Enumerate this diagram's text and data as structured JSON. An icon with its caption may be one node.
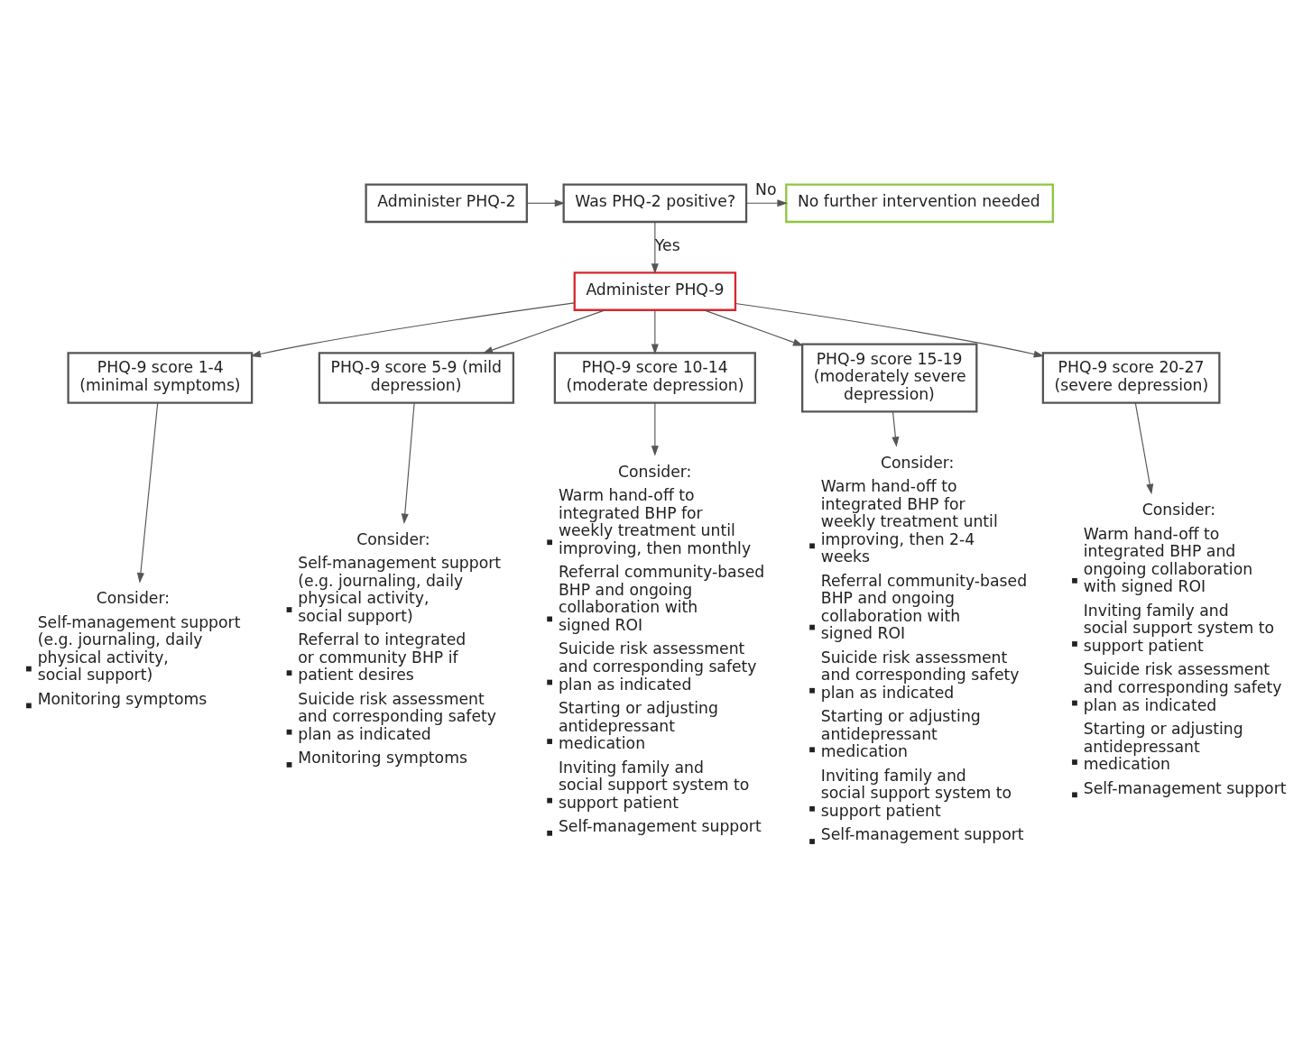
{
  "diagram": {
    "nodes": [
      {
        "text": [
          "Administer PHQ-2"
        ]
      },
      {
        "text": [
          "Was PHQ-2 positive?"
        ]
      },
      {
        "text": [
          "No further intervention needed"
        ]
      },
      {
        "text": [
          "Administer PHQ-9"
        ]
      },
      {
        "text": [
          "PHQ-9 score 1-4 (minimal symptoms)"
        ]
      },
      {
        "text": [
          "PHQ-9 score 5-9 (mild depression)"
        ]
      },
      {
        "text": [
          "PHQ-9 score 10-14 (moderate depression)"
        ]
      },
      {
        "text": [
          "PHQ-9 score 15-19 (moderately severe depression)"
        ]
      },
      {
        "text": [
          "PHQ-9 score 20-27 (severe depression)"
        ]
      },
      {
        "text": [
          "Consider:",
          "Self-management support (e.g. journaling, daily physical activity, social support)",
          "Monitoring symptoms"
        ]
      },
      {
        "text": [
          "Consider:",
          "Self-management support (e.g. journaling, daily physical activity, social support)",
          "Referral to integrated or community BHP if patient desires",
          "Suicide risk assessment and corresponding safety plan as indicated",
          "Monitoring symptoms"
        ]
      },
      {
        "text": [
          "Consider:",
          "Warm hand-off to integrated BHP for weekly treatment until improving, then monthly",
          "Referral community-based BHP and ongoing collaboration with signed ROI",
          "Suicide risk assessment and corresponding safety plan as indicated",
          "Starting or adjusting antidepressant medication",
          "Inviting family and social support system to support patient",
          "Self-management support"
        ]
      },
      {
        "text": [
          "Consider:",
          "Warm hand-off to integrated BHP for weekly treatment until improving, then 2-4 weeks",
          "Referral community-based BHP and ongoing collaboration with signed ROI",
          "Suicide risk assessment and corresponding safety plan as indicated",
          "Starting or adjusting antidepressant medication",
          "Inviting family and social support system to support patient",
          "Self-management support"
        ]
      },
      {
        "text": [
          "Consider:",
          "Warm hand-off to integrated BHP and ongoing collaboration with signed ROI",
          "Inviting family and social support system to support patient",
          "Suicide risk assessment and corresponding safety plan as indicated",
          "Starting or adjusting antidepressant medication",
          "Self-management support"
        ]
      }
    ],
    "edges": [
      {
        "from": 0,
        "to": 1,
        "arrow": "to"
      },
      {
        "from": 1,
        "to": 2,
        "arrow": "to",
        "label": "No"
      },
      {
        "from": 1,
        "to": 3,
        "arrow": "to",
        "label": "Yes"
      },
      {
        "from": 3,
        "to": 4,
        "arrow": "to"
      },
      {
        "from": 3,
        "to": 5,
        "arrow": "to"
      },
      {
        "from": 3,
        "to": 6,
        "arrow": "to"
      },
      {
        "from": 3,
        "to": 7,
        "arrow": "to"
      },
      {
        "from": 3,
        "to": 8,
        "arrow": "to"
      },
      {
        "from": 4,
        "to": 9,
        "arrow": "to"
      },
      {
        "from": 5,
        "to": 10,
        "arrow": "to"
      },
      {
        "from": 6,
        "to": 11,
        "arrow": "to"
      },
      {
        "from": 7,
        "to": 12,
        "arrow": "to"
      },
      {
        "from": 8,
        "to": 13,
        "arrow": "to"
      }
    ]
  }
}
